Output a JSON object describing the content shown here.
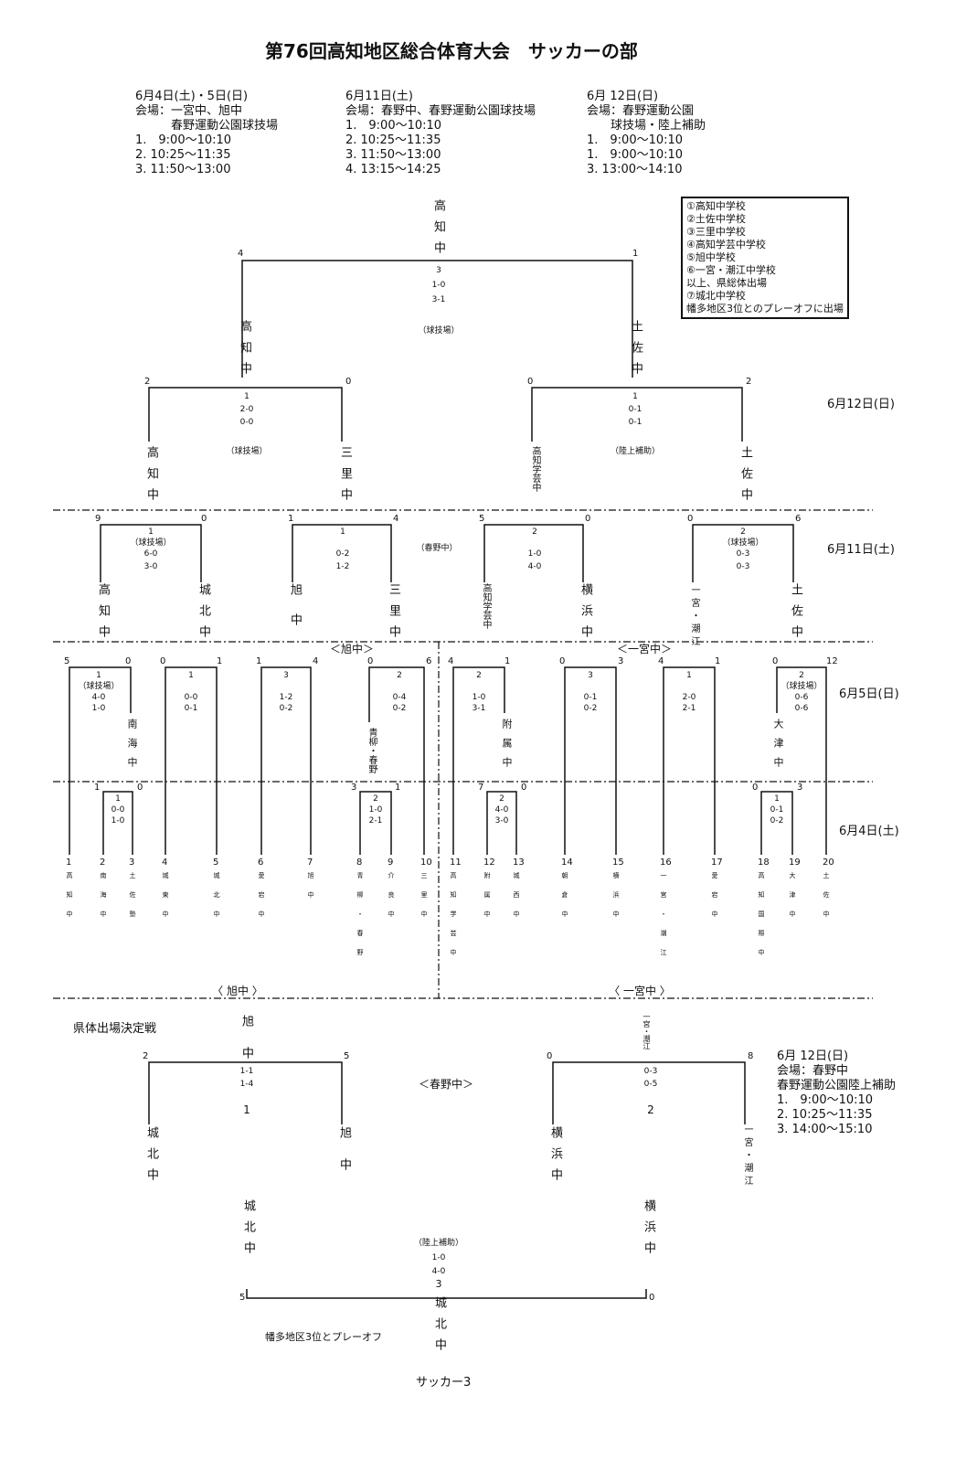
{
  "title": "第76回高知地区総合体育大会　サッカーの部",
  "schedule": [
    {
      "date": "6月4日(土)・5日(日)",
      "venue1": "会場：一宮中、旭中",
      "venue2": "　　　春野運動公園球技場",
      "times": [
        "1.　9:00～10:10",
        "2. 10:25～11:35",
        "3. 11:50～13:00"
      ]
    },
    {
      "date": "6月11日(土)",
      "venue1": "会場：春野中、春野運動公園球技場",
      "venue2": "",
      "times": [
        "1.　9:00～10:10",
        "2. 10:25～11:35",
        "3. 11:50～13:00",
        "4. 13:15～14:25"
      ]
    },
    {
      "date": "6月 12日(日)",
      "venue1": "会場：春野運動公園",
      "venue2": "　　球技場・陸上補助",
      "times": [
        "1.　9:00～10:10",
        "1.　9:00～10:10",
        "3. 13:00～14:10"
      ]
    }
  ],
  "legend": [
    "①高知中学校",
    "②土佐中学校",
    "③三里中学校",
    "④高知学芸中学校",
    "⑤旭中学校",
    "⑥一宮・潮江中学校",
    "以上、県総体出場",
    "⑦城北中学校",
    "幡多地区3位とのプレーオフに出場"
  ],
  "dates": {
    "d12": "6月12日(日)",
    "d11": "6月11日(土)",
    "d5": "6月5日(日)",
    "d4": "6月4日(土)"
  },
  "venues": {
    "kyugi": "（球技場）",
    "rikujo": "（陸上補助）",
    "haruno": "（春野中）",
    "asahi": "＜旭中＞",
    "ichinomiya": "＜一宮中＞",
    "asahi_b": "〈 旭中 〉",
    "ichinomiya_b": "〈 一宮中 〉",
    "haruno_b": "＜春野中＞"
  },
  "final": {
    "winner": "高知中",
    "match": "3",
    "scores": [
      "1-0",
      "3-1"
    ],
    "left": "4",
    "right": "1"
  },
  "semis": [
    {
      "winner": "高知中",
      "match": "1",
      "scores": [
        "2-0",
        "0-0"
      ],
      "left": "2",
      "right": "0"
    },
    {
      "winner": "土佐中",
      "match": "1",
      "scores": [
        "0-1",
        "0-1"
      ],
      "left": "0",
      "right": "2"
    }
  ],
  "qf_winners": [
    "高知中",
    "三里中",
    "高知学芸中",
    "土佐中"
  ],
  "qf": [
    {
      "l": "9",
      "r": "0",
      "match": "1",
      "scores": [
        "6-0",
        "3-0"
      ],
      "bottom": [
        "高知中",
        "城北中"
      ]
    },
    {
      "l": "1",
      "r": "4",
      "match": "1",
      "scores": [
        "0-2",
        "1-2"
      ],
      "bottom": [
        "旭中",
        "三里中"
      ]
    },
    {
      "l": "5",
      "r": "0",
      "match": "2",
      "scores": [
        "1-0",
        "4-0"
      ],
      "bottom": [
        "高知学芸中",
        "横浜中"
      ]
    },
    {
      "l": "0",
      "r": "6",
      "match": "2",
      "scores": [
        "0-3",
        "0-3"
      ],
      "bottom": [
        "一宮・潮江",
        "土佐中"
      ]
    }
  ],
  "r2": [
    {
      "l": "5",
      "r": "0",
      "match": "1",
      "scores": [
        "4-0",
        "1-0"
      ]
    },
    {
      "l": "0",
      "r": "1",
      "match": "1",
      "scores": [
        "0-0",
        "0-1"
      ]
    },
    {
      "l": "1",
      "r": "4",
      "match": "3",
      "scores": [
        "1-2",
        "0-2"
      ]
    },
    {
      "l": "0",
      "r": "6",
      "match": "2",
      "scores": [
        "0-4",
        "0-2"
      ]
    },
    {
      "l": "4",
      "r": "1",
      "match": "2",
      "scores": [
        "1-0",
        "3-1"
      ]
    },
    {
      "l": "0",
      "r": "3",
      "match": "3",
      "scores": [
        "0-1",
        "0-2"
      ]
    },
    {
      "l": "4",
      "r": "1",
      "match": "1",
      "scores": [
        "2-0",
        "2-1"
      ]
    },
    {
      "l": "0",
      "r": "12",
      "match": "2",
      "scores": [
        "0-6",
        "0-6"
      ]
    }
  ],
  "r1_winners": [
    "南海中",
    "青柳・春野",
    "附属中",
    "大津中"
  ],
  "r1": [
    {
      "l": "1",
      "r": "0",
      "match": "1",
      "scores": [
        "0-0",
        "1-0"
      ]
    },
    {
      "l": "3",
      "r": "1",
      "match": "2",
      "scores": [
        "1-0",
        "2-1"
      ]
    },
    {
      "l": "7",
      "r": "0",
      "match": "2",
      "scores": [
        "4-0",
        "3-0"
      ]
    },
    {
      "l": "0",
      "r": "3",
      "match": "1",
      "scores": [
        "0-1",
        "0-2"
      ]
    }
  ],
  "teams": [
    "高知中",
    "南海中",
    "土佐塾",
    "城東中",
    "城北中",
    "愛宕中",
    "旭中",
    "青柳・春野",
    "介良中",
    "三里中",
    "高知学芸中",
    "附属中",
    "城西中",
    "朝倉中",
    "横浜中",
    "一宮・潮江",
    "愛宕中",
    "高知国際中",
    "大津中",
    "土佐中"
  ],
  "playoff": {
    "label": "県体出場決定戦",
    "m1": {
      "winner": "旭中",
      "scores": [
        "1-1",
        "1-4"
      ],
      "match": "1",
      "l": "2",
      "r": "5",
      "teams": [
        "城北中",
        "旭中"
      ]
    },
    "m2": {
      "winner": "一宮・潮江",
      "scores": [
        "0-3",
        "0-5"
      ],
      "match": "2",
      "l": "0",
      "r": "8",
      "teams": [
        "横浜中",
        "一宮・潮江"
      ]
    },
    "final": {
      "winner": "城北中",
      "scores": [
        "1-0",
        "4-0"
      ],
      "match": "3",
      "l": "5",
      "r": "0",
      "teams": [
        "城北中",
        "横浜中"
      ]
    },
    "note": "幡多地区3位とプレーオフ",
    "sched_date": "6月 12日(日)",
    "sched_venue1": "会場：春野中",
    "sched_venue2": "春野運動公園陸上補助",
    "sched_times": [
      "1.　9:00～10:10",
      "2. 10:25～11:35",
      "3. 14:00～15:10"
    ]
  },
  "footer": "サッカー3"
}
